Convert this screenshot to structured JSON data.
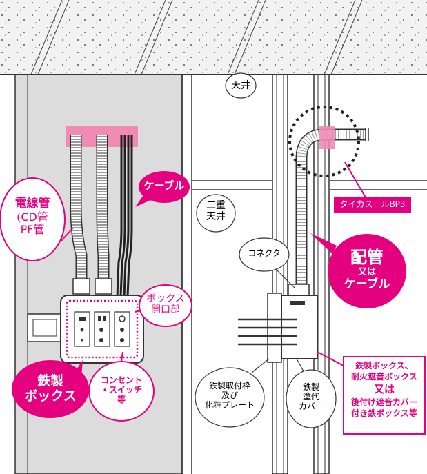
{
  "colors": {
    "magenta": "#e4007f",
    "pink": "#f08cb4",
    "grey_panel": "#d9d9d9",
    "ceiling": "#f0f0f0"
  },
  "labels": {
    "ceiling": "天井",
    "double_ceiling": [
      "二重",
      "天井"
    ],
    "cable": "ケーブル",
    "conduit_title": "電線管",
    "conduit_types": [
      "(CD管",
      "PF管"
    ],
    "box_opening": [
      "ボックス",
      "開口部"
    ],
    "steel_box": [
      "鉄製",
      "ボックス"
    ],
    "outlet_switch": [
      "コンセント",
      "・スイッチ",
      "等"
    ],
    "connector": "コネクタ",
    "product": "タイカスールBP3",
    "piping_main": "配管",
    "piping_or": "又は",
    "piping_cable": "ケーブル",
    "mount_frame": [
      "鉄製取付枠",
      "及び",
      "化粧プレート"
    ],
    "steel_cover": [
      "鉄製",
      "塗代",
      "カバー"
    ],
    "box_types": [
      "鉄製ボックス、",
      "耐火遮音ボックス",
      "又は",
      "後付け遮音カバー",
      "付き鉄ボックス等"
    ]
  }
}
